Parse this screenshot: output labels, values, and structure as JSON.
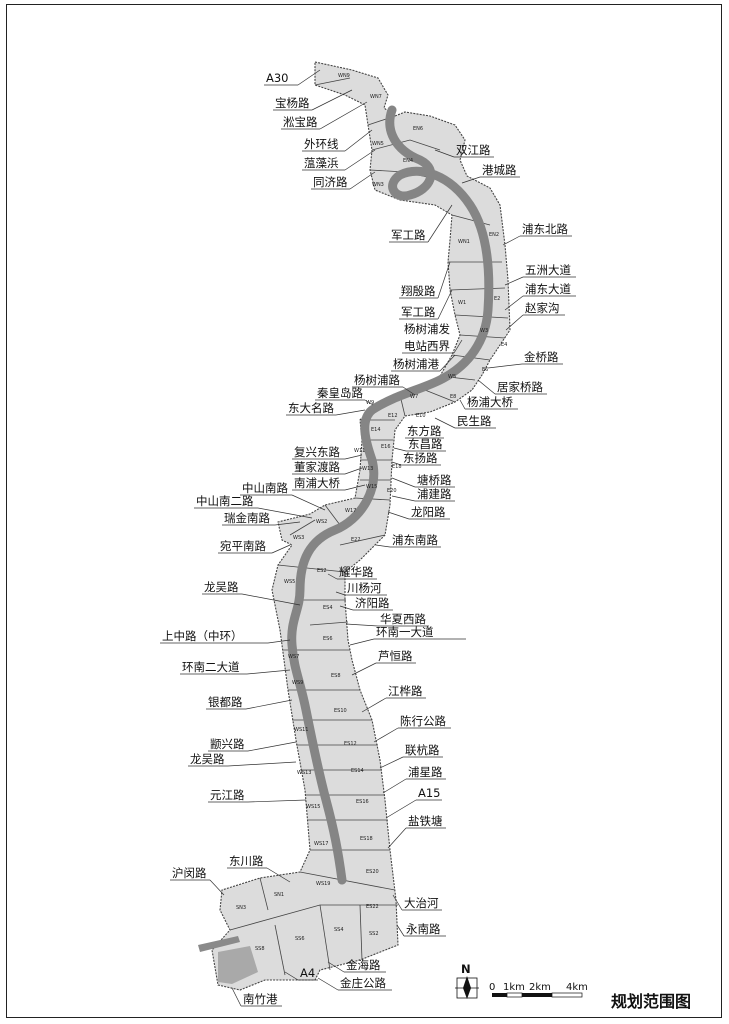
{
  "title": "规划范围图",
  "scale_bar": {
    "north": "N",
    "ticks": [
      "0",
      "1km",
      "2km",
      "4km"
    ]
  },
  "labels_left": [
    {
      "id": "A30",
      "text": "A30"
    },
    {
      "id": "baoyang",
      "text": "宝杨路"
    },
    {
      "id": "songbao",
      "text": "淞宝路"
    },
    {
      "id": "waihuan",
      "text": "外环线"
    },
    {
      "id": "yunzaobang",
      "text": "蕰藻浜"
    },
    {
      "id": "tongji",
      "text": "同济路"
    },
    {
      "id": "jungong1",
      "text": "军工路"
    },
    {
      "id": "xianggu",
      "text": "翔殷路"
    },
    {
      "id": "jungong2",
      "text": "军工路"
    },
    {
      "id": "yangpu_power1",
      "text": "杨树浦发"
    },
    {
      "id": "yangpu_power2",
      "text": "电站西界"
    },
    {
      "id": "yangpugang",
      "text": "杨树浦港"
    },
    {
      "id": "yangshupu",
      "text": "杨树浦路"
    },
    {
      "id": "qinhuangdao",
      "text": "秦皇岛路"
    },
    {
      "id": "dongdaming",
      "text": "东大名路"
    },
    {
      "id": "fuxingdong",
      "text": "复兴东路"
    },
    {
      "id": "dongjiadu",
      "text": "董家渡路"
    },
    {
      "id": "nanpu",
      "text": "南浦大桥"
    },
    {
      "id": "zhongshannan",
      "text": "中山南路"
    },
    {
      "id": "zhongshannan2",
      "text": "中山南二路"
    },
    {
      "id": "ruijinnan",
      "text": "瑞金南路"
    },
    {
      "id": "wanpingnan",
      "text": "宛平南路"
    },
    {
      "id": "longwu1",
      "text": "龙吴路"
    },
    {
      "id": "shangzhong",
      "text": "上中路（中环）"
    },
    {
      "id": "huannan2",
      "text": "环南二大道"
    },
    {
      "id": "yindu",
      "text": "银都路"
    },
    {
      "id": "zhuanxing",
      "text": "颛兴路"
    },
    {
      "id": "longwu2",
      "text": "龙吴路"
    },
    {
      "id": "yuanjiang",
      "text": "元江路"
    },
    {
      "id": "dongchuan",
      "text": "东川路"
    },
    {
      "id": "humin",
      "text": "沪闵路"
    },
    {
      "id": "A4",
      "text": "A4"
    },
    {
      "id": "nanzhugang",
      "text": "南竹港"
    }
  ],
  "labels_right": [
    {
      "id": "shuangjiang",
      "text": "双江路"
    },
    {
      "id": "gangcheng",
      "text": "港城路"
    },
    {
      "id": "pudongbei",
      "text": "浦东北路"
    },
    {
      "id": "wuzhou",
      "text": "五洲大道"
    },
    {
      "id": "pudongdadao",
      "text": "浦东大道"
    },
    {
      "id": "zhaojiagou",
      "text": "赵家沟"
    },
    {
      "id": "jinqiao",
      "text": "金桥路"
    },
    {
      "id": "jujiaqiao",
      "text": "居家桥路"
    },
    {
      "id": "yangpudaqiao",
      "text": "杨浦大桥"
    },
    {
      "id": "minsheng",
      "text": "民生路"
    },
    {
      "id": "dongfang",
      "text": "东方路"
    },
    {
      "id": "dongchang",
      "text": "东昌路"
    },
    {
      "id": "dongyang",
      "text": "东扬路"
    },
    {
      "id": "tangqiao",
      "text": "塘桥路"
    },
    {
      "id": "pujian",
      "text": "浦建路"
    },
    {
      "id": "longyang",
      "text": "龙阳路"
    },
    {
      "id": "pudongnan",
      "text": "浦东南路"
    },
    {
      "id": "yaohua",
      "text": "耀华路"
    },
    {
      "id": "chuanyanghe",
      "text": "川杨河"
    },
    {
      "id": "jiyang",
      "text": "济阳路"
    },
    {
      "id": "huaxiaxi",
      "text": "华夏西路"
    },
    {
      "id": "huannan1",
      "text": "环南一大道"
    },
    {
      "id": "luheng",
      "text": "芦恒路"
    },
    {
      "id": "jianghua",
      "text": "江桦路"
    },
    {
      "id": "chenxing",
      "text": "陈行公路"
    },
    {
      "id": "lianhang",
      "text": "联杭路"
    },
    {
      "id": "puxing",
      "text": "浦星路"
    },
    {
      "id": "A15",
      "text": "A15"
    },
    {
      "id": "yantietang",
      "text": "盐铁塘"
    },
    {
      "id": "dazhihe",
      "text": "大治河"
    },
    {
      "id": "yongnan",
      "text": "永南路"
    },
    {
      "id": "jinhai",
      "text": "金海路"
    },
    {
      "id": "jinzhuang",
      "text": "金庄公路"
    }
  ],
  "zones": [
    "WN9",
    "WN7",
    "EN6",
    "WN5",
    "EN4",
    "WN3",
    "WN1",
    "EN2",
    "W1",
    "E2",
    "W3",
    "E4",
    "W5",
    "E6",
    "W7",
    "E8",
    "W9",
    "E12",
    "E10",
    "E14",
    "W11",
    "E16",
    "W13",
    "E18",
    "W15",
    "E20",
    "W17",
    "WS2",
    "WS3",
    "E22",
    "ES2",
    "WS5",
    "ES4",
    "ES6",
    "WS7",
    "ES8",
    "WS9",
    "ES10",
    "WS11",
    "ES12",
    "WS13",
    "ES14",
    "WS15",
    "ES16",
    "WS17",
    "ES18",
    "WS19",
    "ES20",
    "SN1",
    "SN3",
    "ES22",
    "SS2",
    "SS4",
    "SS6",
    "SS8"
  ],
  "colors": {
    "river": "#858585",
    "land": "#dcdcdc",
    "water_block": "#a9a9a9",
    "ink": "#111111"
  }
}
